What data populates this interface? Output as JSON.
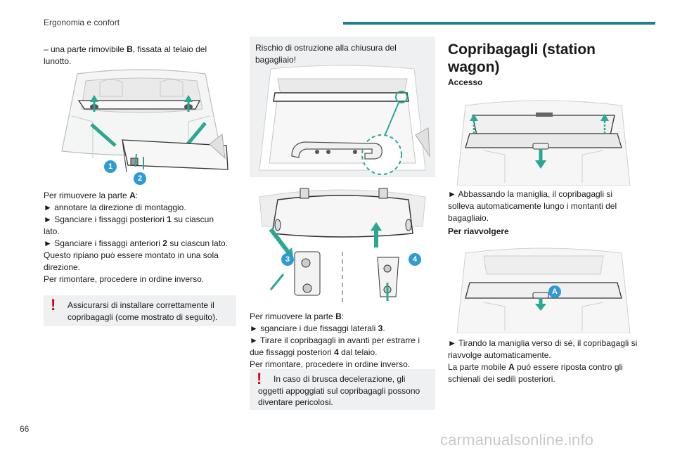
{
  "header": {
    "section": "Ergonomia e confort",
    "page_number": "66"
  },
  "watermark": "carmanualsonline.info",
  "col1": {
    "intro_prefix": "– una parte rimovibile ",
    "intro_bold": "B",
    "intro_suffix": ", fissata al telaio del lunotto.",
    "callouts": [
      "1",
      "2"
    ],
    "remove_prefix": "Per rimuovere la parte ",
    "remove_bold": "A",
    "remove_suffix": ":",
    "step1": "► annotare la direzione di montaggio.",
    "step2_prefix": "► Sganciare i fissaggi posteriori ",
    "step2_bold": "1",
    "step2_suffix": " su ciascun lato.",
    "step3_prefix": "► Sganciare i fissaggi anteriori ",
    "step3_bold": "2",
    "step3_suffix": " su ciascun lato.",
    "line4": "Questo ripiano può essere montato in una sola direzione.",
    "line5": "Per rimontare, procedere in ordine inverso.",
    "warning": "Assicurarsi di installare correttamente il copribagagli (come mostrato di seguito)."
  },
  "col2": {
    "note": "Rischio di ostruzione alla chiusura del bagagliaio!",
    "callouts": [
      "3",
      "4"
    ],
    "remove_prefix": "Per rimuovere la parte ",
    "remove_bold": "B",
    "remove_suffix": ":",
    "step1_prefix": "► sganciare i due fissaggi laterali ",
    "step1_bold": "3",
    "step1_suffix": ".",
    "step2_prefix": "► Tirare il copribagagli in avanti per estrarre i due fissaggi posteriori ",
    "step2_bold": "4",
    "step2_suffix": " dal telaio.",
    "line3": "Per rimontare, procedere in ordine inverso.",
    "warning": "In caso di brusca decelerazione, gli oggetti appoggiati sul copribagagli possono diventare pericolosi."
  },
  "col3": {
    "title": "Copribagagli (station wagon)",
    "access": "Accesso",
    "access_text": "► Abbassando la maniglia, il copribagagli si solleva automaticamente lungo i montanti del bagagliaio.",
    "rewind": "Per riavvolgere",
    "callout": "A",
    "rewind_text": "► Tirando la maniglia verso di sé, il copribagagli si riavvolge automaticamente.",
    "rewind_text2_prefix": "La parte mobile ",
    "rewind_text2_bold": "A",
    "rewind_text2_suffix": " può essere riposta contro gli schienali dei sedili posteriori."
  },
  "colors": {
    "accent": "#1b7f93",
    "callout": "#2f9bd0",
    "warning": "#d6001c",
    "teal_arrow": "#2aa892"
  }
}
